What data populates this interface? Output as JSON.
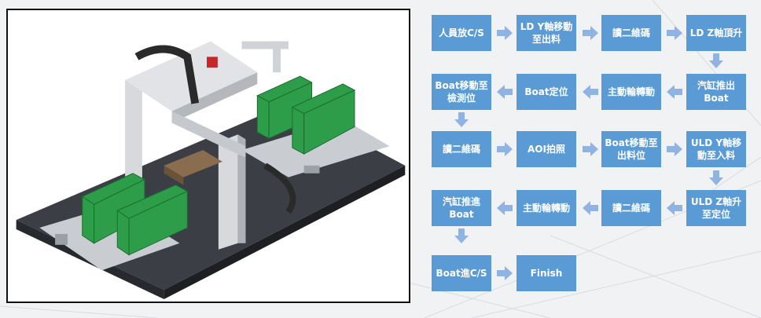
{
  "image": {
    "name": "machine-3d-model"
  },
  "flow": {
    "steps": [
      {
        "id": "s1",
        "text": "人員放C/S"
      },
      {
        "id": "s2",
        "text": "LD Y軸移動至出料"
      },
      {
        "id": "s3",
        "text": "讀二維碼"
      },
      {
        "id": "s4",
        "text": "LD Z軸頂升"
      },
      {
        "id": "s5",
        "text": "汽缸推出Boat"
      },
      {
        "id": "s6",
        "text": "主動輪轉動"
      },
      {
        "id": "s7",
        "text": "Boat定位"
      },
      {
        "id": "s8",
        "text": "Boat移動至檢測位"
      },
      {
        "id": "s9",
        "text": "讀二維碼"
      },
      {
        "id": "s10",
        "text": "AOI拍照"
      },
      {
        "id": "s11",
        "text": "Boat移動至出料位"
      },
      {
        "id": "s12",
        "text": "ULD Y軸移動至入料"
      },
      {
        "id": "s13",
        "text": "ULD Z軸升至定位"
      },
      {
        "id": "s14",
        "text": "讀二維碼"
      },
      {
        "id": "s15",
        "text": "主動輪轉動"
      },
      {
        "id": "s16",
        "text": "汽缸推進Boat"
      },
      {
        "id": "s17",
        "text": "Boat進C/S"
      },
      {
        "id": "s18",
        "text": "Finish"
      }
    ],
    "box_color": "#5b9bd5",
    "arrow_color": "#8fb4e3"
  }
}
